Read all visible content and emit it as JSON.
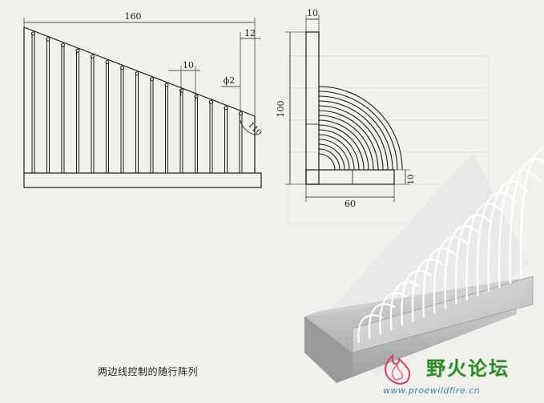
{
  "drawing_left": {
    "dim_overall_length": "160",
    "dim_end_offset": "12",
    "dim_spacing": "10",
    "dim_diameter": "ϕ2",
    "dim_angle": "110"
  },
  "drawing_right": {
    "dim_thickness": "10",
    "dim_height": "100",
    "dim_width": "60",
    "dim_base": "10"
  },
  "caption": "两边线控制的随行阵列",
  "watermark": {
    "title": "野火论坛",
    "url": "www.proewildfire.cn"
  },
  "colors": {
    "line": "#1a1a1a",
    "accent_green": "#2e8a2a",
    "accent_blue": "#3f7fb0",
    "model_gray": "#bdbdbd"
  }
}
